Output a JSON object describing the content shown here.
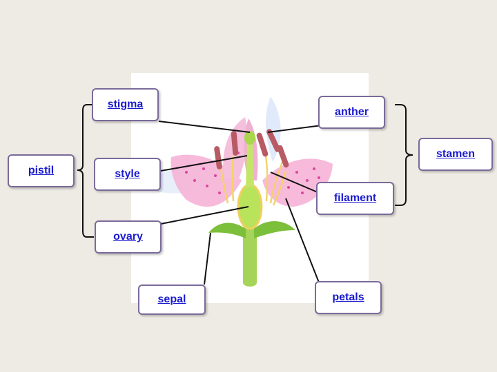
{
  "labels": {
    "stigma": "stigma",
    "style": "style",
    "ovary": "ovary",
    "pistil": "pistil",
    "anther": "anther",
    "filament": "filament",
    "stamen": "stamen",
    "sepal": "sepal",
    "petals": "petals"
  },
  "colors": {
    "link": "#1a1ad0",
    "box_border": "#7a6a9a",
    "petal": "#f5b8d8",
    "stem": "#9ccf4a",
    "anther": "#b8606a",
    "ovary": "#b9e35a"
  }
}
